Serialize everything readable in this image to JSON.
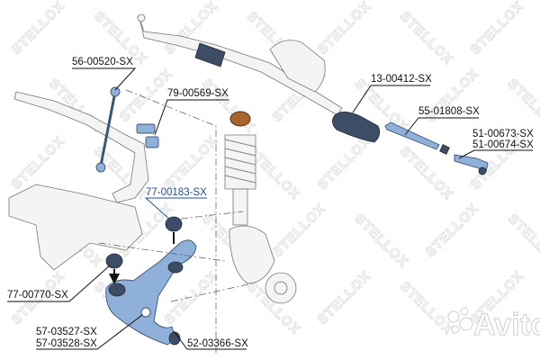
{
  "watermark": "STELLOX",
  "labels": {
    "stab_link": "56-00520-SX",
    "stab_bushing": "79-00569-SX",
    "rack_boot": "13-00412-SX",
    "tie_rod": "55-01808-SX",
    "tie_rod_end_1": "51-00673-SX",
    "tie_rod_end_2": "51-00674-SX",
    "arm_bushing_rear": "77-00183-SX",
    "arm_bushing_front": "77-00770-SX",
    "control_arm_1": "57-03527-SX",
    "control_arm_2": "57-03528-SX",
    "ball_joint": "52-03366-SX"
  },
  "avito_logo": "Avito",
  "colors": {
    "part_blue": "#8fb0d8",
    "highlight_label": "#1f4f9a",
    "boot_dark": "#3d4d66"
  }
}
